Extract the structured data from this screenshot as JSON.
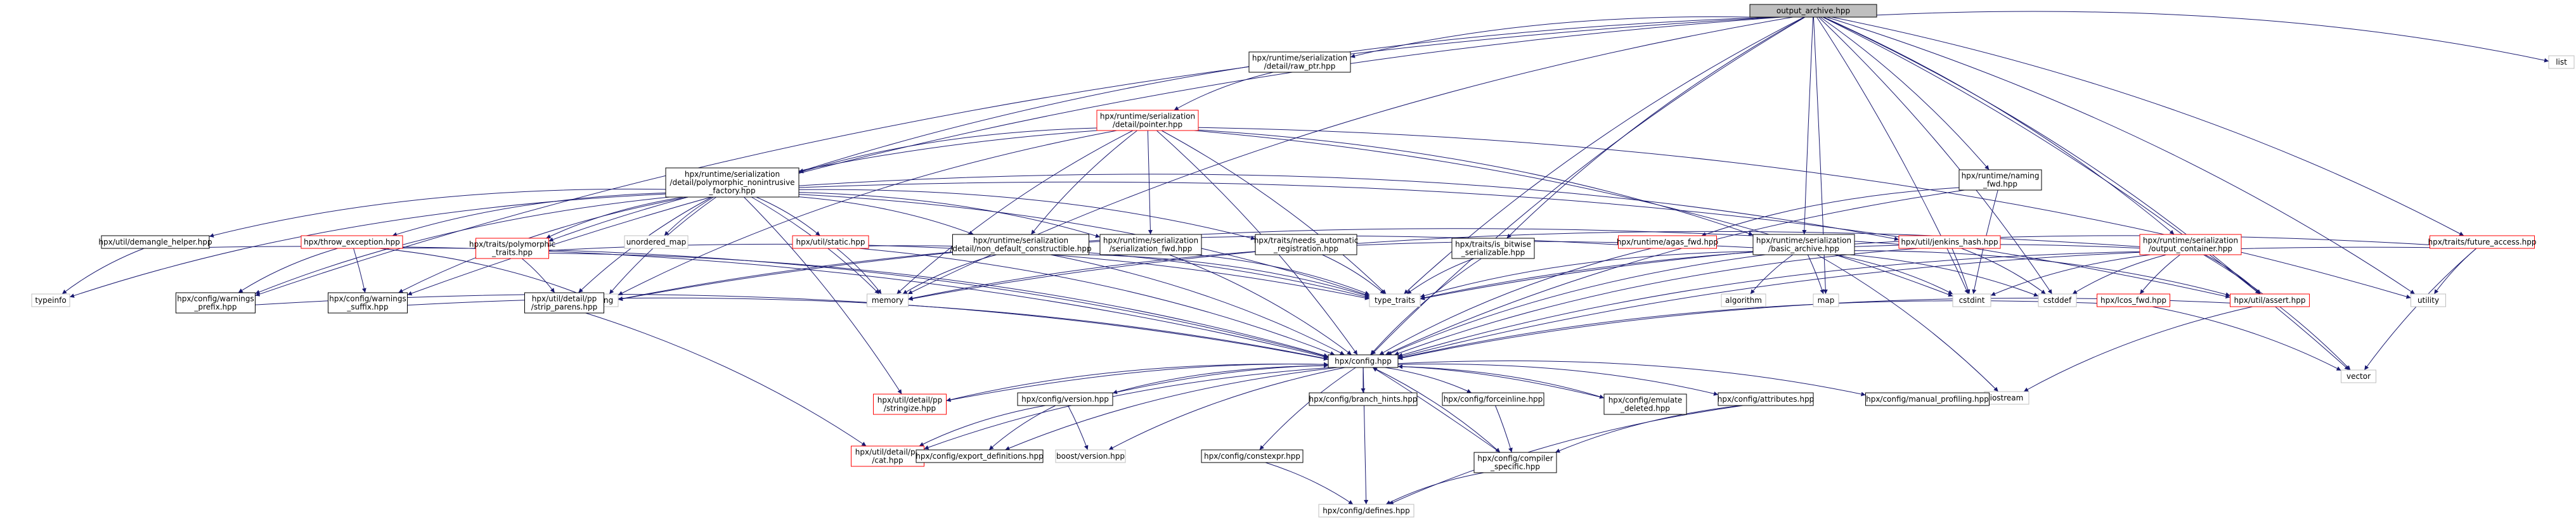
{
  "graph": {
    "root": "output_archive.hpp",
    "colors": {
      "root_fill": "#bfbfbf",
      "normal_border": "#000000",
      "red_border": "#ff0000",
      "leaf_border": "#bfbfbf",
      "edge": "#191970",
      "text": "#000000",
      "background": "#ffffff"
    },
    "nodes": [
      {
        "id": "root",
        "style": "root",
        "lines": [
          "output_archive.hpp"
        ]
      },
      {
        "id": "list",
        "style": "leaf",
        "lines": [
          "list"
        ]
      },
      {
        "id": "raw_ptr",
        "style": "normal",
        "lines": [
          "hpx/runtime/serialization",
          "/detail/raw_ptr.hpp"
        ]
      },
      {
        "id": "pointer",
        "style": "red",
        "lines": [
          "hpx/runtime/serialization",
          "/detail/pointer.hpp"
        ]
      },
      {
        "id": "polymorphic",
        "style": "normal",
        "lines": [
          "hpx/runtime/serialization",
          "/detail/polymorphic_nonintrusive",
          "_factory.hpp"
        ]
      },
      {
        "id": "naming_fwd",
        "style": "normal",
        "lines": [
          "hpx/runtime/naming",
          "_fwd.hpp"
        ]
      },
      {
        "id": "demangle",
        "style": "normal",
        "lines": [
          "hpx/util/demangle_helper.hpp"
        ]
      },
      {
        "id": "throw_exception",
        "style": "red",
        "lines": [
          "hpx/throw_exception.hpp"
        ]
      },
      {
        "id": "poly_traits",
        "style": "red",
        "lines": [
          "hpx/traits/polymorphic",
          "_traits.hpp"
        ]
      },
      {
        "id": "unordered_map",
        "style": "leaf",
        "lines": [
          "unordered_map"
        ]
      },
      {
        "id": "static",
        "style": "red",
        "lines": [
          "hpx/util/static.hpp"
        ]
      },
      {
        "id": "non_default",
        "style": "normal",
        "lines": [
          "hpx/runtime/serialization",
          "/detail/non_default_constructible.hpp"
        ]
      },
      {
        "id": "ser_fwd",
        "style": "normal",
        "lines": [
          "hpx/runtime/serialization",
          "/serialization_fwd.hpp"
        ]
      },
      {
        "id": "needs_auto",
        "style": "normal",
        "lines": [
          "hpx/traits/needs_automatic",
          "_registration.hpp"
        ]
      },
      {
        "id": "is_bitwise",
        "style": "normal",
        "lines": [
          "hpx/traits/is_bitwise",
          "_serializable.hpp"
        ]
      },
      {
        "id": "agas_fwd",
        "style": "red",
        "lines": [
          "hpx/runtime/agas_fwd.hpp"
        ]
      },
      {
        "id": "basic_archive",
        "style": "normal",
        "lines": [
          "hpx/runtime/serialization",
          "/basic_archive.hpp"
        ]
      },
      {
        "id": "jenkins",
        "style": "red",
        "lines": [
          "hpx/util/jenkins_hash.hpp"
        ]
      },
      {
        "id": "output_container",
        "style": "red",
        "lines": [
          "hpx/runtime/serialization",
          "/output_container.hpp"
        ]
      },
      {
        "id": "future_access",
        "style": "red",
        "lines": [
          "hpx/traits/future_access.hpp"
        ]
      },
      {
        "id": "typeinfo",
        "style": "leaf",
        "lines": [
          "typeinfo"
        ]
      },
      {
        "id": "warn_prefix",
        "style": "normal",
        "lines": [
          "hpx/config/warnings",
          "_prefix.hpp"
        ]
      },
      {
        "id": "warn_suffix",
        "style": "normal",
        "lines": [
          "hpx/config/warnings",
          "_suffix.hpp"
        ]
      },
      {
        "id": "string",
        "style": "leaf",
        "lines": [
          "string"
        ]
      },
      {
        "id": "strip_parens",
        "style": "normal",
        "lines": [
          "hpx/util/detail/pp",
          "/strip_parens.hpp"
        ]
      },
      {
        "id": "memory",
        "style": "leaf",
        "lines": [
          "memory"
        ]
      },
      {
        "id": "type_traits",
        "style": "leaf",
        "lines": [
          "type_traits"
        ]
      },
      {
        "id": "algorithm",
        "style": "leaf",
        "lines": [
          "algorithm"
        ]
      },
      {
        "id": "map",
        "style": "leaf",
        "lines": [
          "map"
        ]
      },
      {
        "id": "cstdint",
        "style": "leaf",
        "lines": [
          "cstdint"
        ]
      },
      {
        "id": "cstddef",
        "style": "leaf",
        "lines": [
          "cstddef"
        ]
      },
      {
        "id": "lcos_fwd",
        "style": "red",
        "lines": [
          "hpx/lcos_fwd.hpp"
        ]
      },
      {
        "id": "assert",
        "style": "red",
        "lines": [
          "hpx/util/assert.hpp"
        ]
      },
      {
        "id": "utility",
        "style": "leaf",
        "lines": [
          "utility"
        ]
      },
      {
        "id": "config",
        "style": "normal",
        "lines": [
          "hpx/config.hpp"
        ]
      },
      {
        "id": "iostream",
        "style": "leaf",
        "lines": [
          "iostream"
        ]
      },
      {
        "id": "vector",
        "style": "leaf",
        "lines": [
          "vector"
        ]
      },
      {
        "id": "stringize",
        "style": "red",
        "lines": [
          "hpx/util/detail/pp",
          "/stringize.hpp"
        ]
      },
      {
        "id": "version",
        "style": "normal",
        "lines": [
          "hpx/config/version.hpp"
        ]
      },
      {
        "id": "branch_hints",
        "style": "normal",
        "lines": [
          "hpx/config/branch_hints.hpp"
        ]
      },
      {
        "id": "forceinline",
        "style": "normal",
        "lines": [
          "hpx/config/forceinline.hpp"
        ]
      },
      {
        "id": "emulate_deleted",
        "style": "normal",
        "lines": [
          "hpx/config/emulate",
          "_deleted.hpp"
        ]
      },
      {
        "id": "attributes",
        "style": "normal",
        "lines": [
          "hpx/config/attributes.hpp"
        ]
      },
      {
        "id": "manual_profiling",
        "style": "normal",
        "lines": [
          "hpx/config/manual_profiling.hpp"
        ]
      },
      {
        "id": "cat",
        "style": "red",
        "lines": [
          "hpx/util/detail/pp",
          "/cat.hpp"
        ]
      },
      {
        "id": "export_defs",
        "style": "normal",
        "lines": [
          "hpx/config/export_definitions.hpp"
        ]
      },
      {
        "id": "boost_version",
        "style": "leaf",
        "lines": [
          "boost/version.hpp"
        ]
      },
      {
        "id": "constexpr",
        "style": "normal",
        "lines": [
          "hpx/config/constexpr.hpp"
        ]
      },
      {
        "id": "compiler_specific",
        "style": "normal",
        "lines": [
          "hpx/config/compiler",
          "_specific.hpp"
        ]
      },
      {
        "id": "defines",
        "style": "leaf",
        "lines": [
          "hpx/config/defines.hpp"
        ]
      }
    ],
    "edges": [
      [
        "root",
        "list"
      ],
      [
        "root",
        "raw_ptr"
      ],
      [
        "root",
        "polymorphic"
      ],
      [
        "root",
        "naming_fwd"
      ],
      [
        "root",
        "is_bitwise"
      ],
      [
        "root",
        "basic_archive"
      ],
      [
        "root",
        "output_container"
      ],
      [
        "root",
        "future_access"
      ],
      [
        "root",
        "warn_prefix"
      ],
      [
        "root",
        "warn_suffix"
      ],
      [
        "root",
        "memory"
      ],
      [
        "root",
        "type_traits"
      ],
      [
        "root",
        "map"
      ],
      [
        "root",
        "cstdint"
      ],
      [
        "root",
        "cstddef"
      ],
      [
        "root",
        "assert"
      ],
      [
        "root",
        "utility"
      ],
      [
        "root",
        "config"
      ],
      [
        "root",
        "vector"
      ],
      [
        "raw_ptr",
        "pointer"
      ],
      [
        "pointer",
        "polymorphic"
      ],
      [
        "pointer",
        "poly_traits"
      ],
      [
        "pointer",
        "non_default"
      ],
      [
        "pointer",
        "ser_fwd"
      ],
      [
        "pointer",
        "basic_archive"
      ],
      [
        "pointer",
        "memory"
      ],
      [
        "pointer",
        "type_traits"
      ],
      [
        "pointer",
        "cstdint"
      ],
      [
        "pointer",
        "utility"
      ],
      [
        "pointer",
        "config"
      ],
      [
        "pointer",
        "string"
      ],
      [
        "polymorphic",
        "demangle"
      ],
      [
        "polymorphic",
        "throw_exception"
      ],
      [
        "polymorphic",
        "poly_traits"
      ],
      [
        "polymorphic",
        "unordered_map"
      ],
      [
        "polymorphic",
        "static"
      ],
      [
        "polymorphic",
        "non_default"
      ],
      [
        "polymorphic",
        "ser_fwd"
      ],
      [
        "polymorphic",
        "needs_auto"
      ],
      [
        "polymorphic",
        "jenkins"
      ],
      [
        "polymorphic",
        "typeinfo"
      ],
      [
        "polymorphic",
        "warn_prefix"
      ],
      [
        "polymorphic",
        "warn_suffix"
      ],
      [
        "polymorphic",
        "string"
      ],
      [
        "polymorphic",
        "strip_parens"
      ],
      [
        "polymorphic",
        "memory"
      ],
      [
        "polymorphic",
        "type_traits"
      ],
      [
        "polymorphic",
        "assert"
      ],
      [
        "polymorphic",
        "stringize"
      ],
      [
        "naming_fwd",
        "agas_fwd"
      ],
      [
        "naming_fwd",
        "cstdint"
      ],
      [
        "naming_fwd",
        "config"
      ],
      [
        "demangle",
        "typeinfo"
      ],
      [
        "demangle",
        "config"
      ],
      [
        "throw_exception",
        "warn_prefix"
      ],
      [
        "throw_exception",
        "warn_suffix"
      ],
      [
        "throw_exception",
        "string"
      ],
      [
        "throw_exception",
        "config"
      ],
      [
        "poly_traits",
        "strip_parens"
      ],
      [
        "poly_traits",
        "type_traits"
      ],
      [
        "poly_traits",
        "config"
      ],
      [
        "static",
        "memory"
      ],
      [
        "static",
        "type_traits"
      ],
      [
        "static",
        "config"
      ],
      [
        "non_default",
        "memory"
      ],
      [
        "non_default",
        "type_traits"
      ],
      [
        "non_default",
        "config"
      ],
      [
        "ser_fwd",
        "type_traits"
      ],
      [
        "ser_fwd",
        "config"
      ],
      [
        "needs_auto",
        "type_traits"
      ],
      [
        "is_bitwise",
        "type_traits"
      ],
      [
        "is_bitwise",
        "config"
      ],
      [
        "agas_fwd",
        "string"
      ],
      [
        "agas_fwd",
        "config"
      ],
      [
        "basic_archive",
        "algorithm"
      ],
      [
        "basic_archive",
        "map"
      ],
      [
        "basic_archive",
        "cstdint"
      ],
      [
        "basic_archive",
        "cstddef"
      ],
      [
        "basic_archive",
        "assert"
      ],
      [
        "basic_archive",
        "memory"
      ],
      [
        "basic_archive",
        "type_traits"
      ],
      [
        "basic_archive",
        "config"
      ],
      [
        "basic_archive",
        "iostream"
      ],
      [
        "jenkins",
        "cstdint"
      ],
      [
        "jenkins",
        "cstddef"
      ],
      [
        "jenkins",
        "string"
      ],
      [
        "jenkins",
        "config"
      ],
      [
        "output_container",
        "lcos_fwd"
      ],
      [
        "output_container",
        "assert"
      ],
      [
        "output_container",
        "cstddef"
      ],
      [
        "output_container",
        "cstdint"
      ],
      [
        "output_container",
        "memory"
      ],
      [
        "output_container",
        "config"
      ],
      [
        "output_container",
        "vector"
      ],
      [
        "output_container",
        "type_traits"
      ],
      [
        "future_access",
        "type_traits"
      ],
      [
        "future_access",
        "utility"
      ],
      [
        "future_access",
        "vector"
      ],
      [
        "future_access",
        "config"
      ],
      [
        "warn_prefix",
        "config"
      ],
      [
        "warn_suffix",
        "config"
      ],
      [
        "strip_parens",
        "cat"
      ],
      [
        "lcos_fwd",
        "config"
      ],
      [
        "lcos_fwd",
        "vector"
      ],
      [
        "assert",
        "config"
      ],
      [
        "assert",
        "iostream"
      ],
      [
        "config",
        "stringize"
      ],
      [
        "config",
        "version"
      ],
      [
        "config",
        "branch_hints"
      ],
      [
        "config",
        "forceinline"
      ],
      [
        "config",
        "emulate_deleted"
      ],
      [
        "config",
        "attributes"
      ],
      [
        "config",
        "manual_profiling"
      ],
      [
        "config",
        "cat"
      ],
      [
        "config",
        "export_defs"
      ],
      [
        "config",
        "boost_version"
      ],
      [
        "config",
        "constexpr"
      ],
      [
        "config",
        "compiler_specific"
      ],
      [
        "config",
        "defines"
      ],
      [
        "version",
        "cat"
      ],
      [
        "version",
        "export_defs"
      ],
      [
        "version",
        "boost_version"
      ],
      [
        "version",
        "config"
      ],
      [
        "forceinline",
        "compiler_specific"
      ],
      [
        "emulate_deleted",
        "config"
      ],
      [
        "attributes",
        "compiler_specific"
      ],
      [
        "attributes",
        "defines"
      ],
      [
        "constexpr",
        "defines"
      ],
      [
        "compiler_specific",
        "defines"
      ],
      [
        "compiler_specific",
        "config"
      ],
      [
        "stringize",
        "config"
      ]
    ]
  }
}
